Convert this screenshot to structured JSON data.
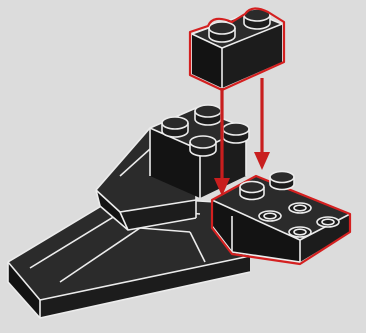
{
  "diagram": {
    "kind": "brick-assembly-step",
    "background": "#dcdcdc",
    "brick_color": "#1c1c1c",
    "edge_color": "#ececec",
    "highlight_color": "#d42020",
    "parts": [
      {
        "name": "base-assembly",
        "highlighted": false
      },
      {
        "name": "brick-1x2",
        "highlighted": true
      },
      {
        "name": "inverted-slope-brick",
        "highlighted": true
      }
    ],
    "arrows": [
      {
        "from": "brick-1x2",
        "to": "inverted-slope-brick",
        "color": "#c81e1e"
      },
      {
        "from": "brick-1x2",
        "to": "inverted-slope-brick",
        "color": "#c81e1e"
      }
    ]
  }
}
